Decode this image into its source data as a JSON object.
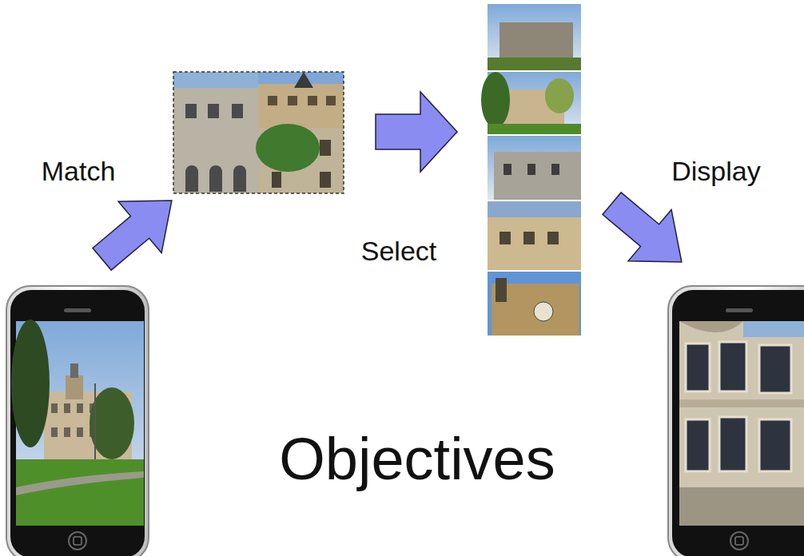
{
  "diagram": {
    "title": "Objectives",
    "labels": [
      "Match",
      "Select",
      "Display"
    ]
  }
}
